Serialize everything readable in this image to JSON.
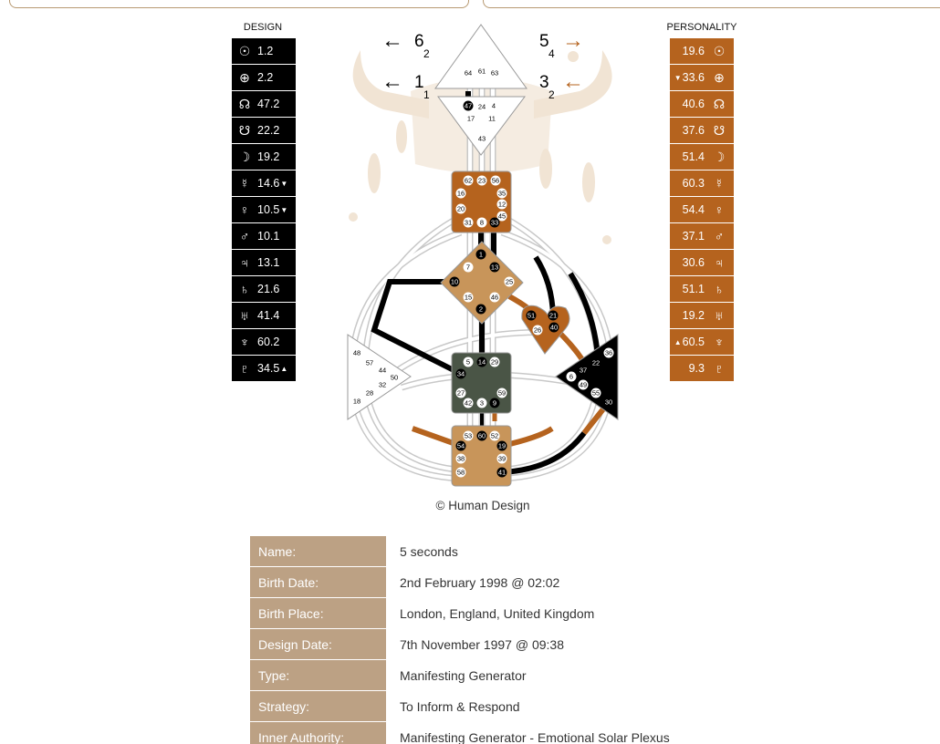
{
  "colors": {
    "design": "#000000",
    "personality": "#b5631e",
    "label_bg": "#bca184"
  },
  "design": {
    "title": "DESIGN",
    "rows": [
      {
        "icon": "sun-icon",
        "sym": "☉",
        "value": "1.2",
        "arrow": ""
      },
      {
        "icon": "earth-icon",
        "sym": "⊕",
        "value": "2.2",
        "arrow": ""
      },
      {
        "icon": "north-node-icon",
        "sym": "☊",
        "value": "47.2",
        "arrow": ""
      },
      {
        "icon": "south-node-icon",
        "sym": "☋",
        "value": "22.2",
        "arrow": ""
      },
      {
        "icon": "moon-icon",
        "sym": "☽",
        "value": "19.2",
        "arrow": ""
      },
      {
        "icon": "mercury-icon",
        "sym": "☿",
        "value": "14.6",
        "arrow": "▼"
      },
      {
        "icon": "venus-icon",
        "sym": "♀",
        "value": "10.5",
        "arrow": "▼"
      },
      {
        "icon": "mars-icon",
        "sym": "♂",
        "value": "10.1",
        "arrow": ""
      },
      {
        "icon": "jupiter-icon",
        "sym": "♃",
        "value": "13.1",
        "arrow": ""
      },
      {
        "icon": "saturn-icon",
        "sym": "♄",
        "value": "21.6",
        "arrow": ""
      },
      {
        "icon": "uranus-icon",
        "sym": "♅",
        "value": "41.4",
        "arrow": ""
      },
      {
        "icon": "neptune-icon",
        "sym": "♆",
        "value": "60.2",
        "arrow": ""
      },
      {
        "icon": "pluto-icon",
        "sym": "♇",
        "value": "34.5",
        "arrow": "▲"
      }
    ]
  },
  "personality": {
    "title": "PERSONALITY",
    "rows": [
      {
        "icon": "sun-icon",
        "sym": "☉",
        "value": "19.6",
        "arrow": ""
      },
      {
        "icon": "earth-icon",
        "sym": "⊕",
        "value": "33.6",
        "arrow": "▼"
      },
      {
        "icon": "north-node-icon",
        "sym": "☊",
        "value": "40.6",
        "arrow": ""
      },
      {
        "icon": "south-node-icon",
        "sym": "☋",
        "value": "37.6",
        "arrow": ""
      },
      {
        "icon": "moon-icon",
        "sym": "☽",
        "value": "51.4",
        "arrow": ""
      },
      {
        "icon": "mercury-icon",
        "sym": "☿",
        "value": "60.3",
        "arrow": ""
      },
      {
        "icon": "venus-icon",
        "sym": "♀",
        "value": "54.4",
        "arrow": ""
      },
      {
        "icon": "mars-icon",
        "sym": "♂",
        "value": "37.1",
        "arrow": ""
      },
      {
        "icon": "jupiter-icon",
        "sym": "♃",
        "value": "30.6",
        "arrow": ""
      },
      {
        "icon": "saturn-icon",
        "sym": "♄",
        "value": "51.1",
        "arrow": ""
      },
      {
        "icon": "uranus-icon",
        "sym": "♅",
        "value": "19.2",
        "arrow": ""
      },
      {
        "icon": "neptune-icon",
        "sym": "♆",
        "value": "60.5",
        "arrow": "▲"
      },
      {
        "icon": "pluto-icon",
        "sym": "♇",
        "value": "9.3",
        "arrow": ""
      }
    ]
  },
  "variables": {
    "top_left": {
      "num": "6",
      "sub": "2"
    },
    "bottom_left": {
      "num": "1",
      "sub": "1"
    },
    "top_right": {
      "num": "5",
      "sub": "4"
    },
    "bottom_right": {
      "num": "3",
      "sub": "2"
    }
  },
  "gates": {
    "head": [
      [
        "64",
        0
      ],
      [
        "61",
        0
      ],
      [
        "63",
        0
      ]
    ],
    "ajna": [
      [
        "47",
        1
      ],
      [
        "24",
        0
      ],
      [
        "4",
        0
      ],
      [
        "17",
        0
      ],
      [
        "11",
        0
      ],
      [
        "43",
        0
      ]
    ],
    "throat": [
      [
        "62",
        2
      ],
      [
        "23",
        2
      ],
      [
        "56",
        2
      ],
      [
        "16",
        2
      ],
      [
        "35",
        2
      ],
      [
        "12",
        2
      ],
      [
        "20",
        2
      ],
      [
        "45",
        2
      ],
      [
        "31",
        2
      ],
      [
        "8",
        2
      ],
      [
        "33",
        1
      ]
    ],
    "g": [
      [
        "1",
        1
      ],
      [
        "7",
        2
      ],
      [
        "13",
        1
      ],
      [
        "10",
        1
      ],
      [
        "25",
        2
      ],
      [
        "15",
        2
      ],
      [
        "46",
        2
      ],
      [
        "2",
        1
      ]
    ],
    "heart": [
      [
        "51",
        1
      ],
      [
        "21",
        1
      ],
      [
        "26",
        2
      ],
      [
        "40",
        1
      ]
    ],
    "sacral": [
      [
        "5",
        2
      ],
      [
        "14",
        1
      ],
      [
        "29",
        2
      ],
      [
        "34",
        1
      ],
      [
        "27",
        2
      ],
      [
        "59",
        2
      ],
      [
        "42",
        2
      ],
      [
        "3",
        2
      ],
      [
        "9",
        1
      ]
    ],
    "spleen": [
      [
        "48",
        0
      ],
      [
        "57",
        0
      ],
      [
        "44",
        0
      ],
      [
        "50",
        0
      ],
      [
        "32",
        0
      ],
      [
        "28",
        0
      ],
      [
        "18",
        0
      ]
    ],
    "solar": [
      [
        "36",
        2
      ],
      [
        "22",
        3
      ],
      [
        "37",
        3
      ],
      [
        "6",
        2
      ],
      [
        "49",
        2
      ],
      [
        "55",
        2
      ],
      [
        "30",
        3
      ]
    ],
    "root": [
      [
        "53",
        2
      ],
      [
        "60",
        1
      ],
      [
        "52",
        2
      ],
      [
        "54",
        1
      ],
      [
        "19",
        1
      ],
      [
        "38",
        2
      ],
      [
        "39",
        2
      ],
      [
        "58",
        2
      ],
      [
        "41",
        1
      ]
    ]
  },
  "copyright": "© Human Design",
  "info": [
    {
      "label": "Name:",
      "value": "5 seconds"
    },
    {
      "label": "Birth Date:",
      "value": "2nd February 1998 @ 02:02"
    },
    {
      "label": "Birth Place:",
      "value": "London, England, United Kingdom"
    },
    {
      "label": "Design Date:",
      "value": "7th November 1997 @ 09:38"
    },
    {
      "label": "Type:",
      "value": "Manifesting Generator"
    },
    {
      "label": "Strategy:",
      "value": "To Inform & Respond"
    },
    {
      "label": "Inner Authority:",
      "value": "Manifesting Generator - Emotional Solar Plexus"
    }
  ]
}
